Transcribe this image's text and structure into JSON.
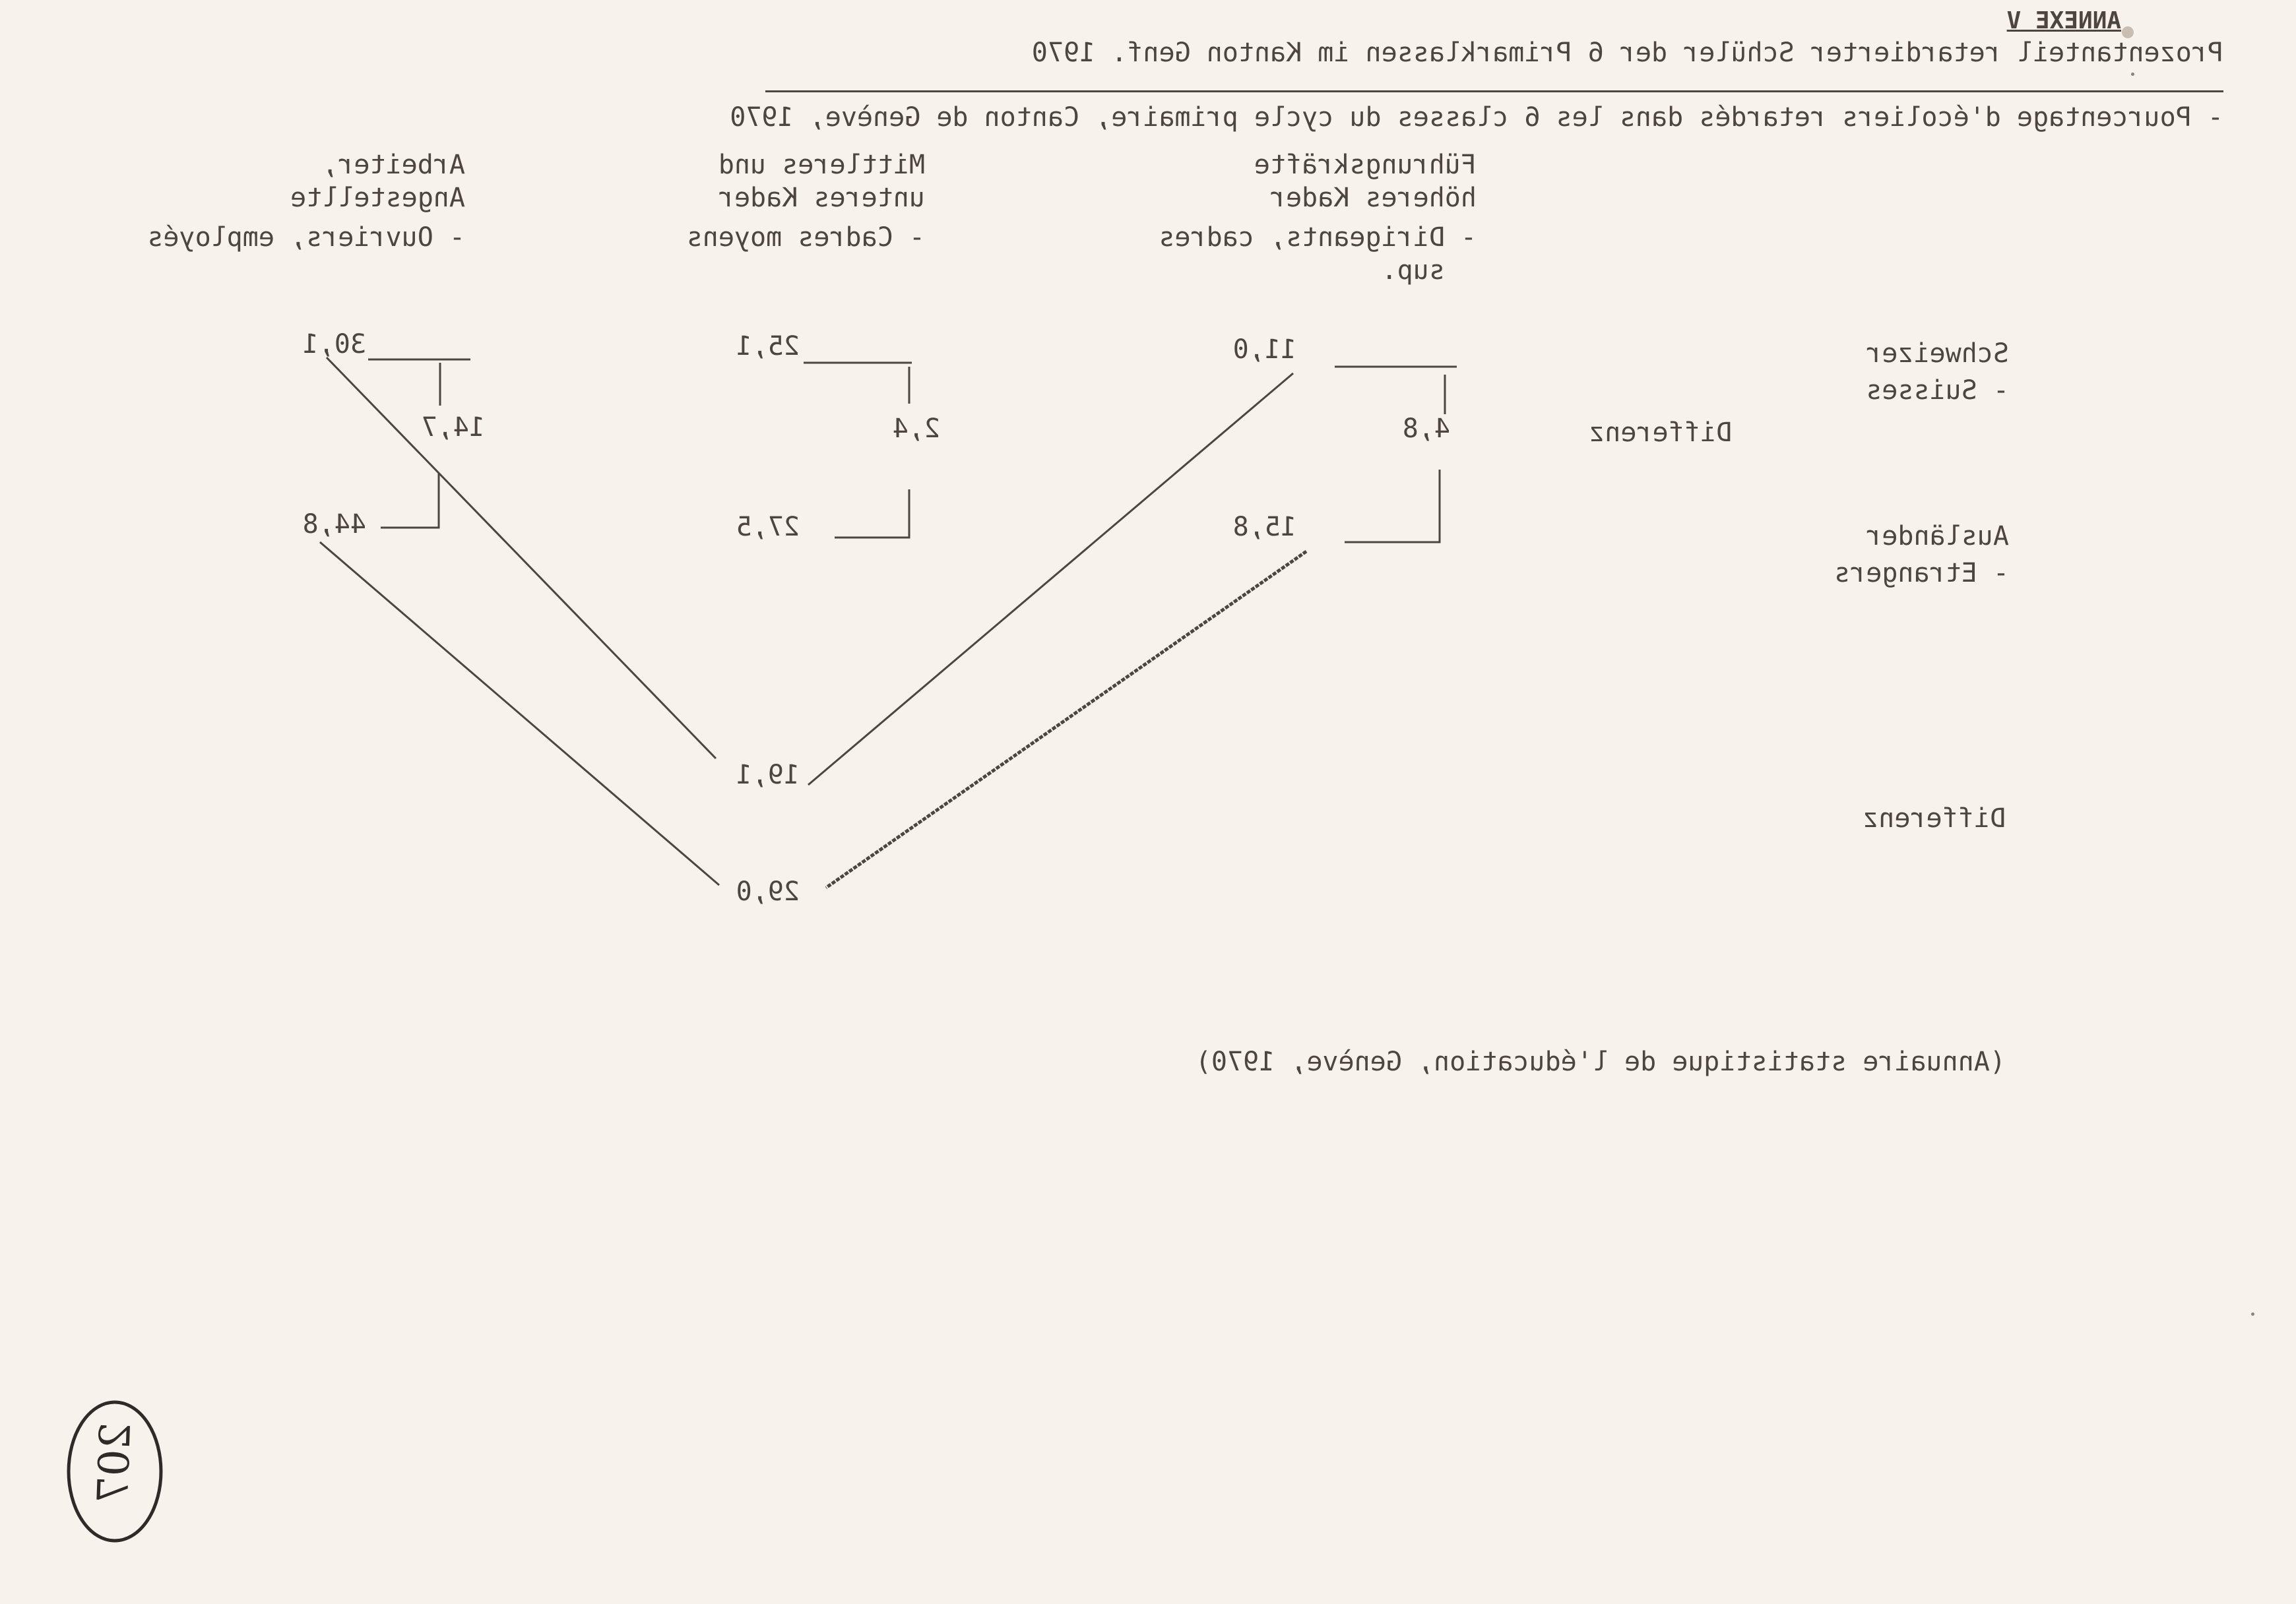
{
  "annex_label": "ANNEXE V",
  "title_de": "Prozentanteil retardierter Schüler der 6 Primarklassen im Kanton Genf. 1970",
  "title_fr": "- Pourcentage d'écoliers retardés dans les 6 classes du cycle primaire, Canton de Genève, 1970",
  "columns": [
    {
      "de_line1": "Führungskräfte",
      "de_line2": "höheres Kader",
      "fr_line1": "- Dirigeants, cadres",
      "fr_line2": "sup."
    },
    {
      "de_line1": "Mittleres und",
      "de_line2": "unteres Kader",
      "fr_line1": "- Cadres moyens",
      "fr_line2": ""
    },
    {
      "de_line1": "Arbeiter,",
      "de_line2": "Angestellte",
      "fr_line1": "- Ouvriers, employés",
      "fr_line2": ""
    }
  ],
  "rows": {
    "swiss_de": "Schweizer",
    "swiss_fr": "- Suisses",
    "foreign_de": "Ausländer",
    "foreign_fr": "- Etrangers",
    "difference_label": "Differenz",
    "difference_label_bottom": "Differenz"
  },
  "values": {
    "cadres_sup_swiss": "11,0",
    "cadres_sup_foreign": "15,8",
    "cadres_sup_diff": "4,8",
    "moyens_swiss": "25,1",
    "moyens_foreign": "27,5",
    "moyens_diff": "2,4",
    "ouvriers_swiss": "30,1",
    "ouvriers_foreign": "44,8",
    "ouvriers_diff": "14,7",
    "swiss_spread": "19,1",
    "foreign_spread": "29,0"
  },
  "source": "(Annuaire statistique de l'éducation, Genève, 1970)",
  "page_number_handwritten": "207",
  "colors": {
    "paper": "#f7f2eb",
    "ink": "#4d4640"
  }
}
